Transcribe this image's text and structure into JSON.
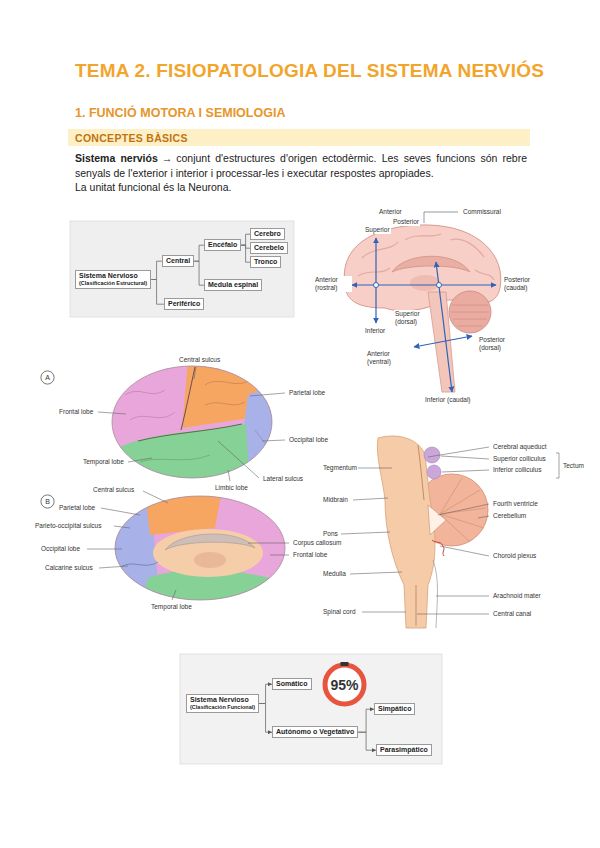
{
  "diagram": {
    "title": "TEMA 2. FISIOPATOLOGIA DEL SISTEMA NERVIÓS",
    "nodes": [
      {
        "text": [
          "Sistema Nervioso",
          "(Clasificación Estructural)"
        ]
      },
      {
        "text": [
          "Central"
        ]
      },
      {
        "text": [
          "Encéfalo"
        ]
      },
      {
        "text": [
          "Cerebro"
        ]
      },
      {
        "text": [
          "Cerebelo"
        ]
      },
      {
        "text": [
          "Tronco"
        ]
      },
      {
        "text": [
          "Medula espinal"
        ]
      },
      {
        "text": [
          "Periférico"
        ]
      },
      {
        "text": [
          "A"
        ]
      },
      {
        "text": [
          "B"
        ]
      },
      {
        "text": [
          "Sistema Nervioso",
          "(Clasificación Funcional)"
        ]
      },
      {
        "text": [
          "Somático"
        ]
      },
      {
        "text": [
          "95%"
        ]
      },
      {
        "text": [
          "Autónomo o Vegetativo"
        ]
      },
      {
        "text": [
          "Simpático"
        ]
      },
      {
        "text": [
          "Parasimpático"
        ]
      }
    ],
    "edges": [
      {
        "from": 0,
        "to": 1,
        "arrow": "none"
      },
      {
        "from": 0,
        "to": 7,
        "arrow": "none"
      },
      {
        "from": 1,
        "to": 2,
        "arrow": "none"
      },
      {
        "from": 1,
        "to": 6,
        "arrow": "none"
      },
      {
        "from": 2,
        "to": 3,
        "arrow": "none"
      },
      {
        "from": 2,
        "to": 4,
        "arrow": "none"
      },
      {
        "from": 2,
        "to": 5,
        "arrow": "none"
      },
      {
        "from": 10,
        "to": 11,
        "arrow": "to"
      },
      {
        "from": 10,
        "to": 13,
        "arrow": "to"
      },
      {
        "from": 13,
        "to": 14,
        "arrow": "to"
      },
      {
        "from": 13,
        "to": 15,
        "arrow": "to"
      }
    ],
    "labels": [
      "1. FUNCIÓ MOTORA I SEMIOLOGIA",
      "CONCEPTES BÀSICS",
      "Sistema nerviós",
      "→",
      "conjunt d'estructures d'origen ectodèrmic. Les seves funcions són rebre senyals de l'exterior i interior i processar-les i executar respostes apropiades.",
      "La unitat funcional és la Neurona.",
      "Anterior",
      "Posterior",
      "Commissural",
      "Superior",
      "Anterior (rostral)",
      "Posterior (caudal)",
      "Inferior",
      "Superior (dorsal)",
      "Posterior (dorsal)",
      "Anterior (ventral)",
      "Inferior (caudal)",
      "Central sulcus",
      "Parietal lobe",
      "Frontal lobe",
      "Occipital lobe",
      "Temporal lobe",
      "Limbic lobe",
      "Lateral sulcus",
      "Central sulcus",
      "Parietal lobe",
      "Parieto-occipital sulcus",
      "Occipital lobe",
      "Calcarine sulcus",
      "Corpus callosum",
      "Frontal lobe",
      "Temporal lobe",
      "Cerebral aqueduct",
      "Superior colliculus",
      "Inferior colliculus",
      "Tectum",
      "Tegmentum",
      "Midbrain",
      "Fourth ventricle",
      "Cerebellum",
      "Pons",
      "Choroid plexus",
      "Medulla",
      "Arachnoid mater",
      "Spinal cord",
      "Central canal"
    ]
  }
}
